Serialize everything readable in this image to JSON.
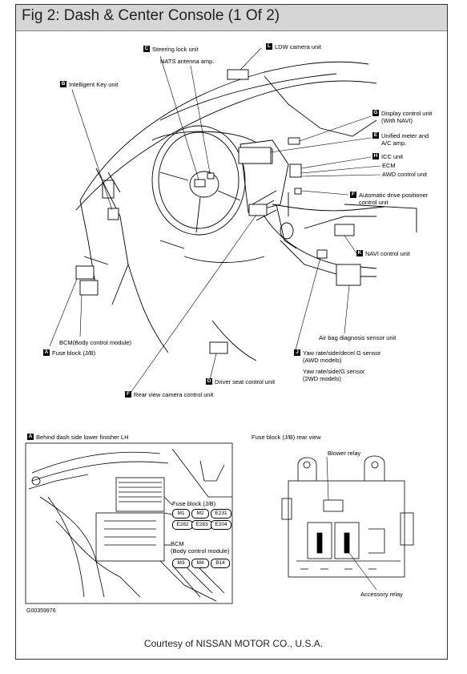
{
  "header": {
    "title": "Fig 2: Dash & Center Console (1 Of 2)"
  },
  "top_diagram": {
    "labels": {
      "steering_lock": {
        "letter": "C",
        "text": "Steering lock unit"
      },
      "nats_antenna": {
        "text": "NATS antenna amp."
      },
      "ldw_camera": {
        "letter": "L",
        "text": "LDW camera unit"
      },
      "intelligent_key": {
        "letter": "B",
        "text": "Intelligent Key unit"
      },
      "display_control": {
        "letter": "G",
        "text": "Display control unit",
        "text2": "(With NAVI)"
      },
      "unified_meter": {
        "letter": "E",
        "text": "Unified meter and",
        "text2": "A/C amp."
      },
      "icc_unit": {
        "letter": "H",
        "text": "ICC unit"
      },
      "ecm": {
        "text": "ECM"
      },
      "awd_control": {
        "text": "AWD control unit"
      },
      "auto_drive_pos": {
        "letter": "F",
        "text": "Automatic drive positioner",
        "text2": "control unit"
      },
      "navi_control": {
        "letter": "K",
        "text": "NAVI control unit"
      },
      "bcm": {
        "text": "BCM(Body control module)"
      },
      "fuse_block": {
        "letter": "A",
        "text": "Fuse block (J/B)"
      },
      "airbag": {
        "text": "Air bag diagnosis sensor unit"
      },
      "yaw_awd": {
        "letter": "J",
        "text": "Yaw rate/side/decel G sensor",
        "text2": "(AWD models)"
      },
      "yaw_2wd": {
        "text": "Yaw rate/side/G sensor",
        "text2": "(2WD models)"
      },
      "driver_seat": {
        "letter": "D",
        "text": "Driver seat control unit"
      },
      "rear_view_camera": {
        "letter": "F",
        "text": "Rear view camera control unit"
      }
    }
  },
  "left_detail": {
    "heading_letter": "A",
    "heading": "Behind dash side lower finisher LH",
    "fuse_block_label": "Fuse block (J/B)",
    "connectors_row1": [
      "M1",
      "M2",
      "E231"
    ],
    "connectors_row2": [
      "E282",
      "E283",
      "E204"
    ],
    "bcm_label": "BCM",
    "bcm_label2": "(Body control module)",
    "connectors_row3": [
      "M3",
      "M4",
      "B14"
    ],
    "figure_code": "G00359976"
  },
  "right_detail": {
    "heading": "Fuse block (J/B) rear view",
    "blower_relay": "Blower relay",
    "accessory_relay": "Accessory relay"
  },
  "footer": {
    "courtesy": "Courtesy of NISSAN MOTOR CO., U.S.A."
  }
}
